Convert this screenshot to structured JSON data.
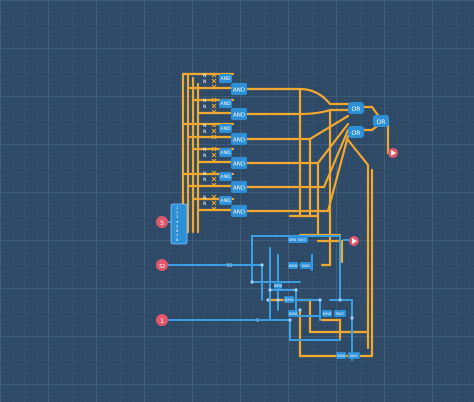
{
  "gates": {
    "and_label": "AND",
    "or_label": "OR",
    "dmux_label": "DMX",
    "swc_label": "SWC",
    "tick_label": "N"
  },
  "inputs": {
    "select_label": "S",
    "sel_b_label": "32",
    "clock_label": "1",
    "bus_bits": [
      "1",
      "2",
      "3",
      "4",
      "5",
      "6",
      "7",
      "8"
    ]
  },
  "colors": {
    "background": "#2f4a66",
    "grid": "#3b5877",
    "wire_on": "#f0a830",
    "wire_off": "#3a9ee0",
    "gate": "#2d8fd6",
    "pin": "#e0566b"
  }
}
